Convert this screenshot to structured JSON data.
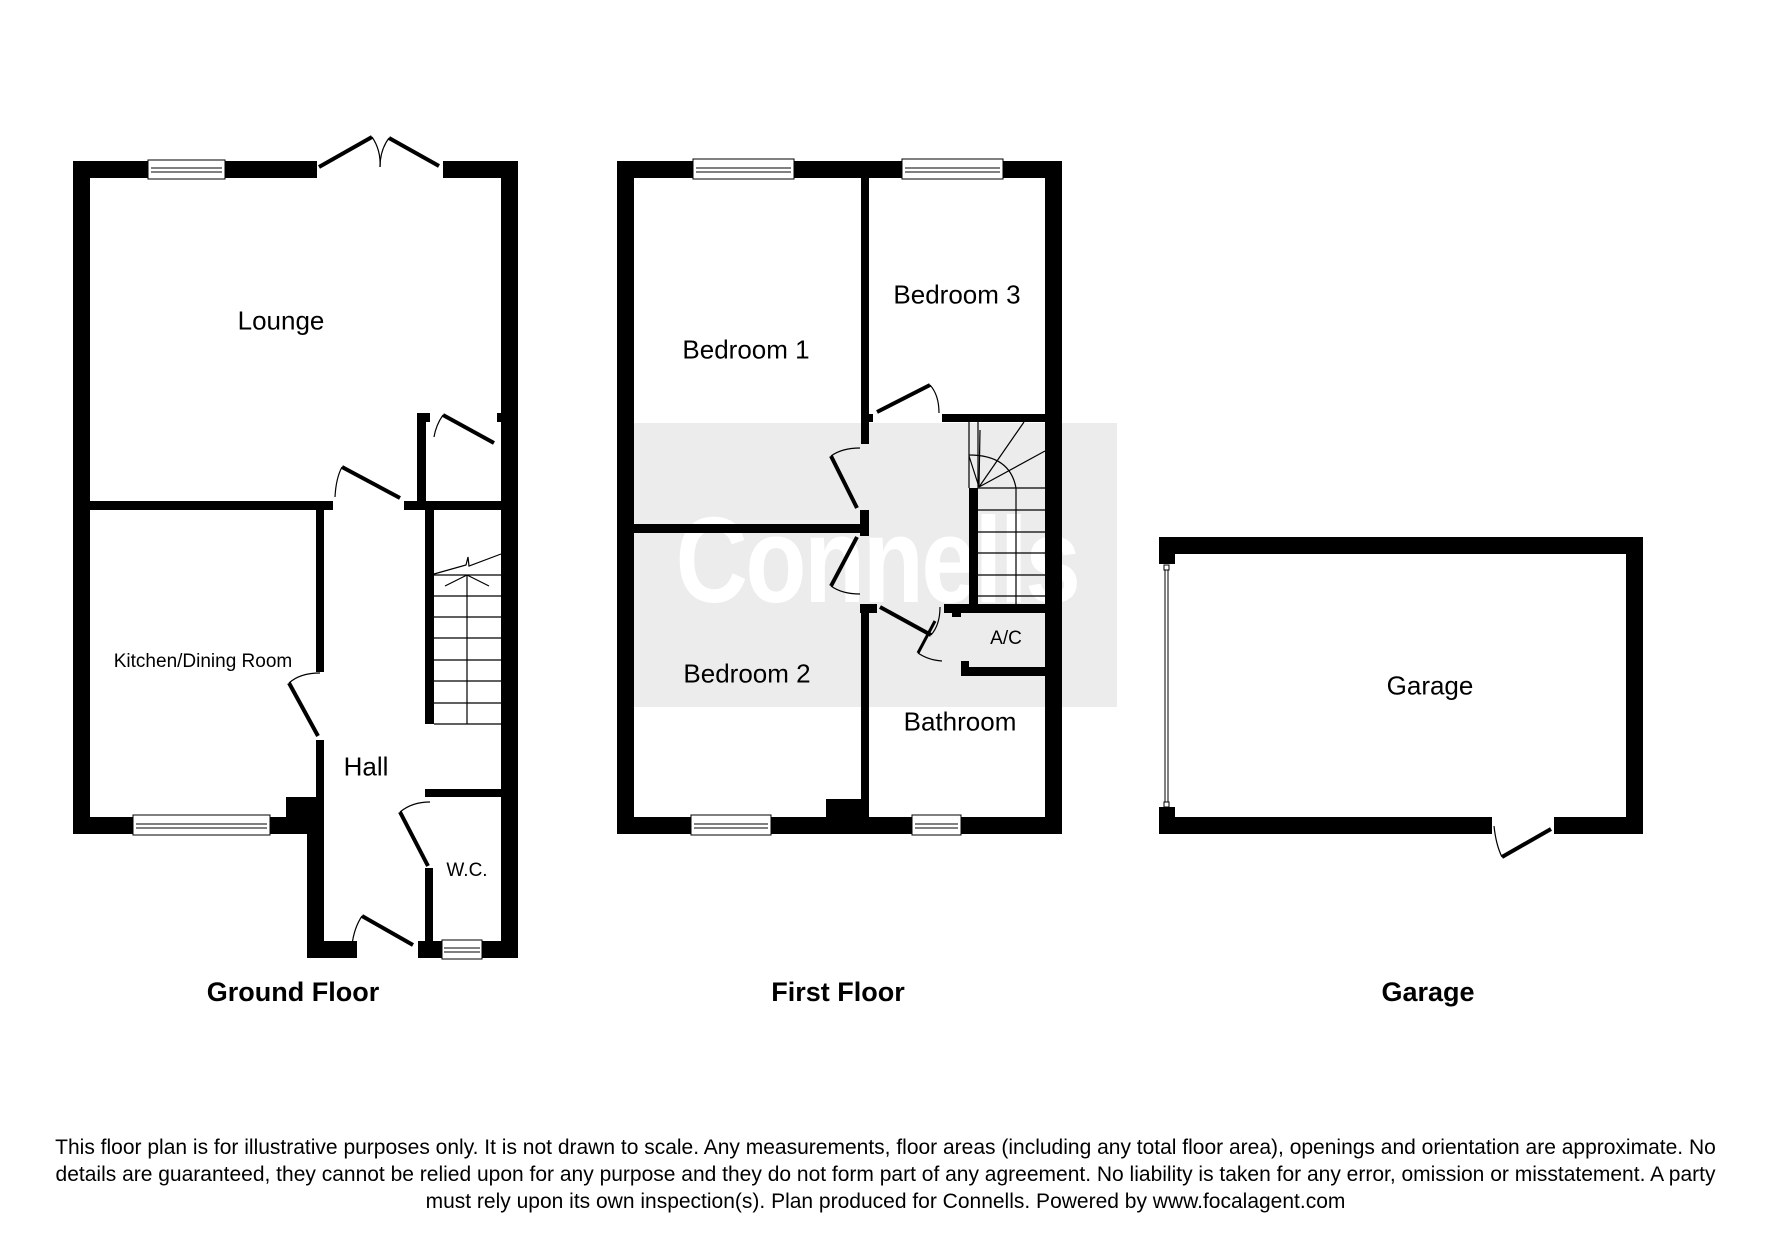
{
  "brand": {
    "watermark": "Connells",
    "watermark_bg": "#ececec",
    "wall_color": "#000000"
  },
  "floors": [
    {
      "title": "Ground Floor",
      "rooms": [
        {
          "name": "Lounge"
        },
        {
          "name": "Kitchen/Dining Room"
        },
        {
          "name": "Hall"
        },
        {
          "name": "W.C."
        }
      ]
    },
    {
      "title": "First Floor",
      "rooms": [
        {
          "name": "Bedroom 1"
        },
        {
          "name": "Bedroom 3"
        },
        {
          "name": "Bedroom 2"
        },
        {
          "name": "A/C"
        },
        {
          "name": "Bathroom"
        }
      ]
    },
    {
      "title": "Garage",
      "rooms": [
        {
          "name": "Garage"
        }
      ]
    }
  ],
  "disclaimer": "This floor plan is for illustrative purposes only. It is not drawn to scale. Any measurements, floor areas (including any total floor area), openings and orientation are approximate. No details are guaranteed, they cannot be relied upon for any purpose and they do not form part of any agreement. No liability is taken for any error, omission or misstatement. A party must rely upon its own inspection(s). Plan produced for Connells. Powered by www.focalagent.com"
}
